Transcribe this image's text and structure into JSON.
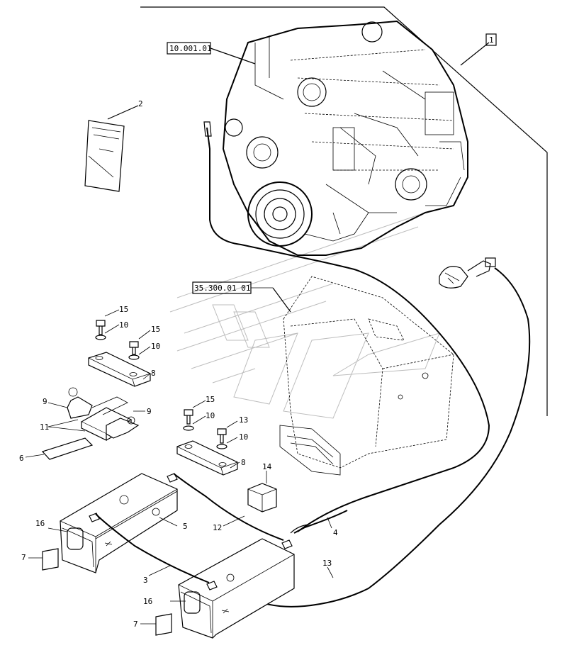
{
  "references": {
    "engine_ref": "10.001.01",
    "box_ref": "35.300.01 01",
    "assembly_ref": "1"
  },
  "callouts": {
    "c2": "2",
    "c15a": "15",
    "c10a": "10",
    "c15b": "15",
    "c10b": "10",
    "c8a": "8",
    "c9a": "9",
    "c9b": "9",
    "c11": "11",
    "c6": "6",
    "c15c": "15",
    "c10c": "10",
    "c13a": "13",
    "c10d": "10",
    "c8b": "8",
    "c14": "14",
    "c5": "5",
    "c16a": "16",
    "c12": "12",
    "c4": "4",
    "c7a": "7",
    "c3": "3",
    "c13b": "13",
    "c16b": "16",
    "c7b": "7"
  },
  "colors": {
    "line": "#000000",
    "watermark": "#bdbdbd",
    "background": "#ffffff"
  }
}
